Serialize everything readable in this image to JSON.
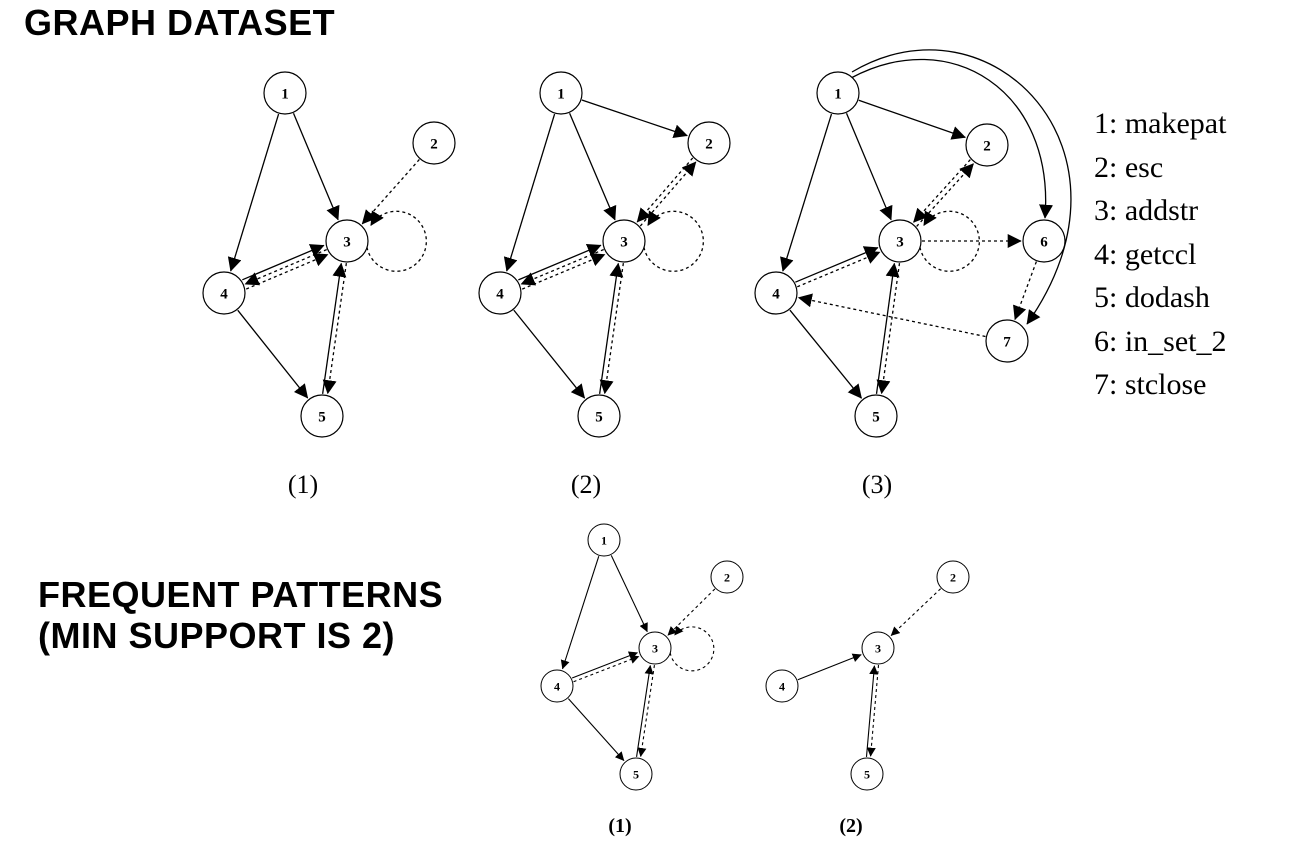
{
  "headings": {
    "dataset": "GRAPH DATASET",
    "patterns_line1": "FREQUENT PATTERNS",
    "patterns_line2": "(MIN SUPPORT IS 2)"
  },
  "legend": [
    {
      "text": "1: makepat"
    },
    {
      "text": "2: esc"
    },
    {
      "text": "3: addstr"
    },
    {
      "text": "4: getccl"
    },
    {
      "text": "5: dodash"
    },
    {
      "text": "6: in_set_2"
    },
    {
      "text": "7: stclose"
    }
  ],
  "dataset_graphs": [
    {
      "caption": "(1)",
      "nodes": [
        "1",
        "2",
        "3",
        "4",
        "5"
      ],
      "edges": [
        {
          "from": "1",
          "to": "4",
          "style": "solid"
        },
        {
          "from": "1",
          "to": "3",
          "style": "solid"
        },
        {
          "from": "2",
          "to": "3",
          "style": "dotted"
        },
        {
          "from": "3",
          "to": "3",
          "style": "dotted"
        },
        {
          "from": "4",
          "to": "3",
          "style": "dotted"
        },
        {
          "from": "3",
          "to": "4",
          "style": "dotted"
        },
        {
          "from": "4",
          "to": "3",
          "style": "solid"
        },
        {
          "from": "4",
          "to": "5",
          "style": "solid"
        },
        {
          "from": "3",
          "to": "5",
          "style": "dotted"
        },
        {
          "from": "5",
          "to": "3",
          "style": "solid"
        }
      ]
    },
    {
      "caption": "(2)",
      "nodes": [
        "1",
        "2",
        "3",
        "4",
        "5"
      ],
      "edges": [
        {
          "from": "1",
          "to": "4",
          "style": "solid"
        },
        {
          "from": "1",
          "to": "3",
          "style": "solid"
        },
        {
          "from": "1",
          "to": "2",
          "style": "solid"
        },
        {
          "from": "3",
          "to": "2",
          "style": "dotted"
        },
        {
          "from": "2",
          "to": "3",
          "style": "dotted"
        },
        {
          "from": "3",
          "to": "3",
          "style": "dotted"
        },
        {
          "from": "4",
          "to": "3",
          "style": "dotted"
        },
        {
          "from": "3",
          "to": "4",
          "style": "dotted"
        },
        {
          "from": "4",
          "to": "3",
          "style": "solid"
        },
        {
          "from": "4",
          "to": "5",
          "style": "solid"
        },
        {
          "from": "3",
          "to": "5",
          "style": "dotted"
        },
        {
          "from": "5",
          "to": "3",
          "style": "solid"
        }
      ]
    },
    {
      "caption": "(3)",
      "nodes": [
        "1",
        "2",
        "3",
        "4",
        "5",
        "6",
        "7"
      ],
      "edges": [
        {
          "from": "1",
          "to": "4",
          "style": "solid"
        },
        {
          "from": "1",
          "to": "3",
          "style": "solid"
        },
        {
          "from": "1",
          "to": "2",
          "style": "solid"
        },
        {
          "from": "1",
          "to": "6",
          "style": "solid"
        },
        {
          "from": "1",
          "to": "7",
          "style": "solid"
        },
        {
          "from": "3",
          "to": "2",
          "style": "dotted"
        },
        {
          "from": "2",
          "to": "3",
          "style": "dotted"
        },
        {
          "from": "3",
          "to": "3",
          "style": "dotted"
        },
        {
          "from": "4",
          "to": "3",
          "style": "dotted"
        },
        {
          "from": "4",
          "to": "3",
          "style": "solid"
        },
        {
          "from": "3",
          "to": "6",
          "style": "dotted"
        },
        {
          "from": "6",
          "to": "7",
          "style": "dotted"
        },
        {
          "from": "7",
          "to": "4",
          "style": "dotted"
        },
        {
          "from": "4",
          "to": "5",
          "style": "solid"
        },
        {
          "from": "3",
          "to": "5",
          "style": "dotted"
        },
        {
          "from": "5",
          "to": "3",
          "style": "solid"
        }
      ]
    }
  ],
  "pattern_graphs": [
    {
      "caption": "(1)",
      "nodes": [
        "1",
        "2",
        "3",
        "4",
        "5"
      ],
      "edges": [
        {
          "from": "1",
          "to": "4",
          "style": "solid"
        },
        {
          "from": "1",
          "to": "3",
          "style": "solid"
        },
        {
          "from": "2",
          "to": "3",
          "style": "dotted"
        },
        {
          "from": "3",
          "to": "3",
          "style": "dotted"
        },
        {
          "from": "4",
          "to": "3",
          "style": "dotted"
        },
        {
          "from": "4",
          "to": "3",
          "style": "solid"
        },
        {
          "from": "4",
          "to": "5",
          "style": "solid"
        },
        {
          "from": "3",
          "to": "5",
          "style": "dotted"
        },
        {
          "from": "5",
          "to": "3",
          "style": "solid"
        }
      ]
    },
    {
      "caption": "(2)",
      "nodes": [
        "2",
        "3",
        "4",
        "5"
      ],
      "edges": [
        {
          "from": "2",
          "to": "3",
          "style": "dotted"
        },
        {
          "from": "4",
          "to": "3",
          "style": "solid"
        },
        {
          "from": "3",
          "to": "5",
          "style": "dotted"
        },
        {
          "from": "5",
          "to": "3",
          "style": "solid"
        }
      ]
    }
  ]
}
